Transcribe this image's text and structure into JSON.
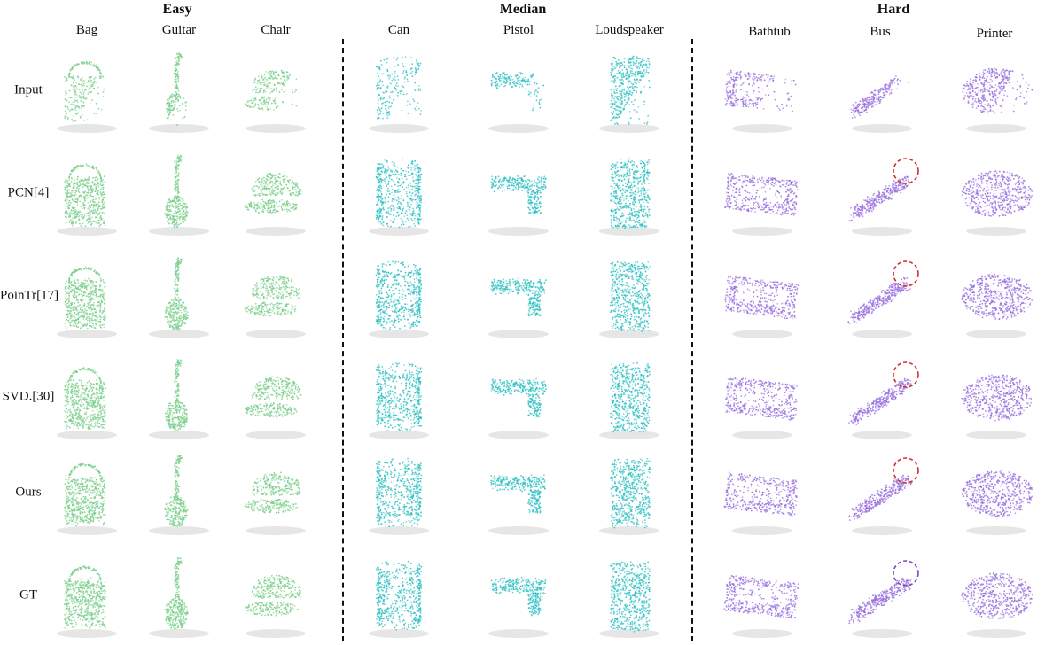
{
  "groups": [
    {
      "title": "Easy",
      "color": "#7bcf8c"
    },
    {
      "title": "Median",
      "color": "#33c2c4"
    },
    {
      "title": "Hard",
      "color": "#9a72e0"
    }
  ],
  "columns": [
    "Bag",
    "Guitar",
    "Chair",
    "Can",
    "Pistol",
    "Loudspeaker",
    "Bathtub",
    "Bus",
    "Printer"
  ],
  "rows": [
    "Input",
    "PCN[4]",
    "PoinTr[17]",
    "SVD.[30]",
    "Ours",
    "GT"
  ],
  "highlight_color": "#d32f2f",
  "gt_highlight_color": "#7a4bb5"
}
